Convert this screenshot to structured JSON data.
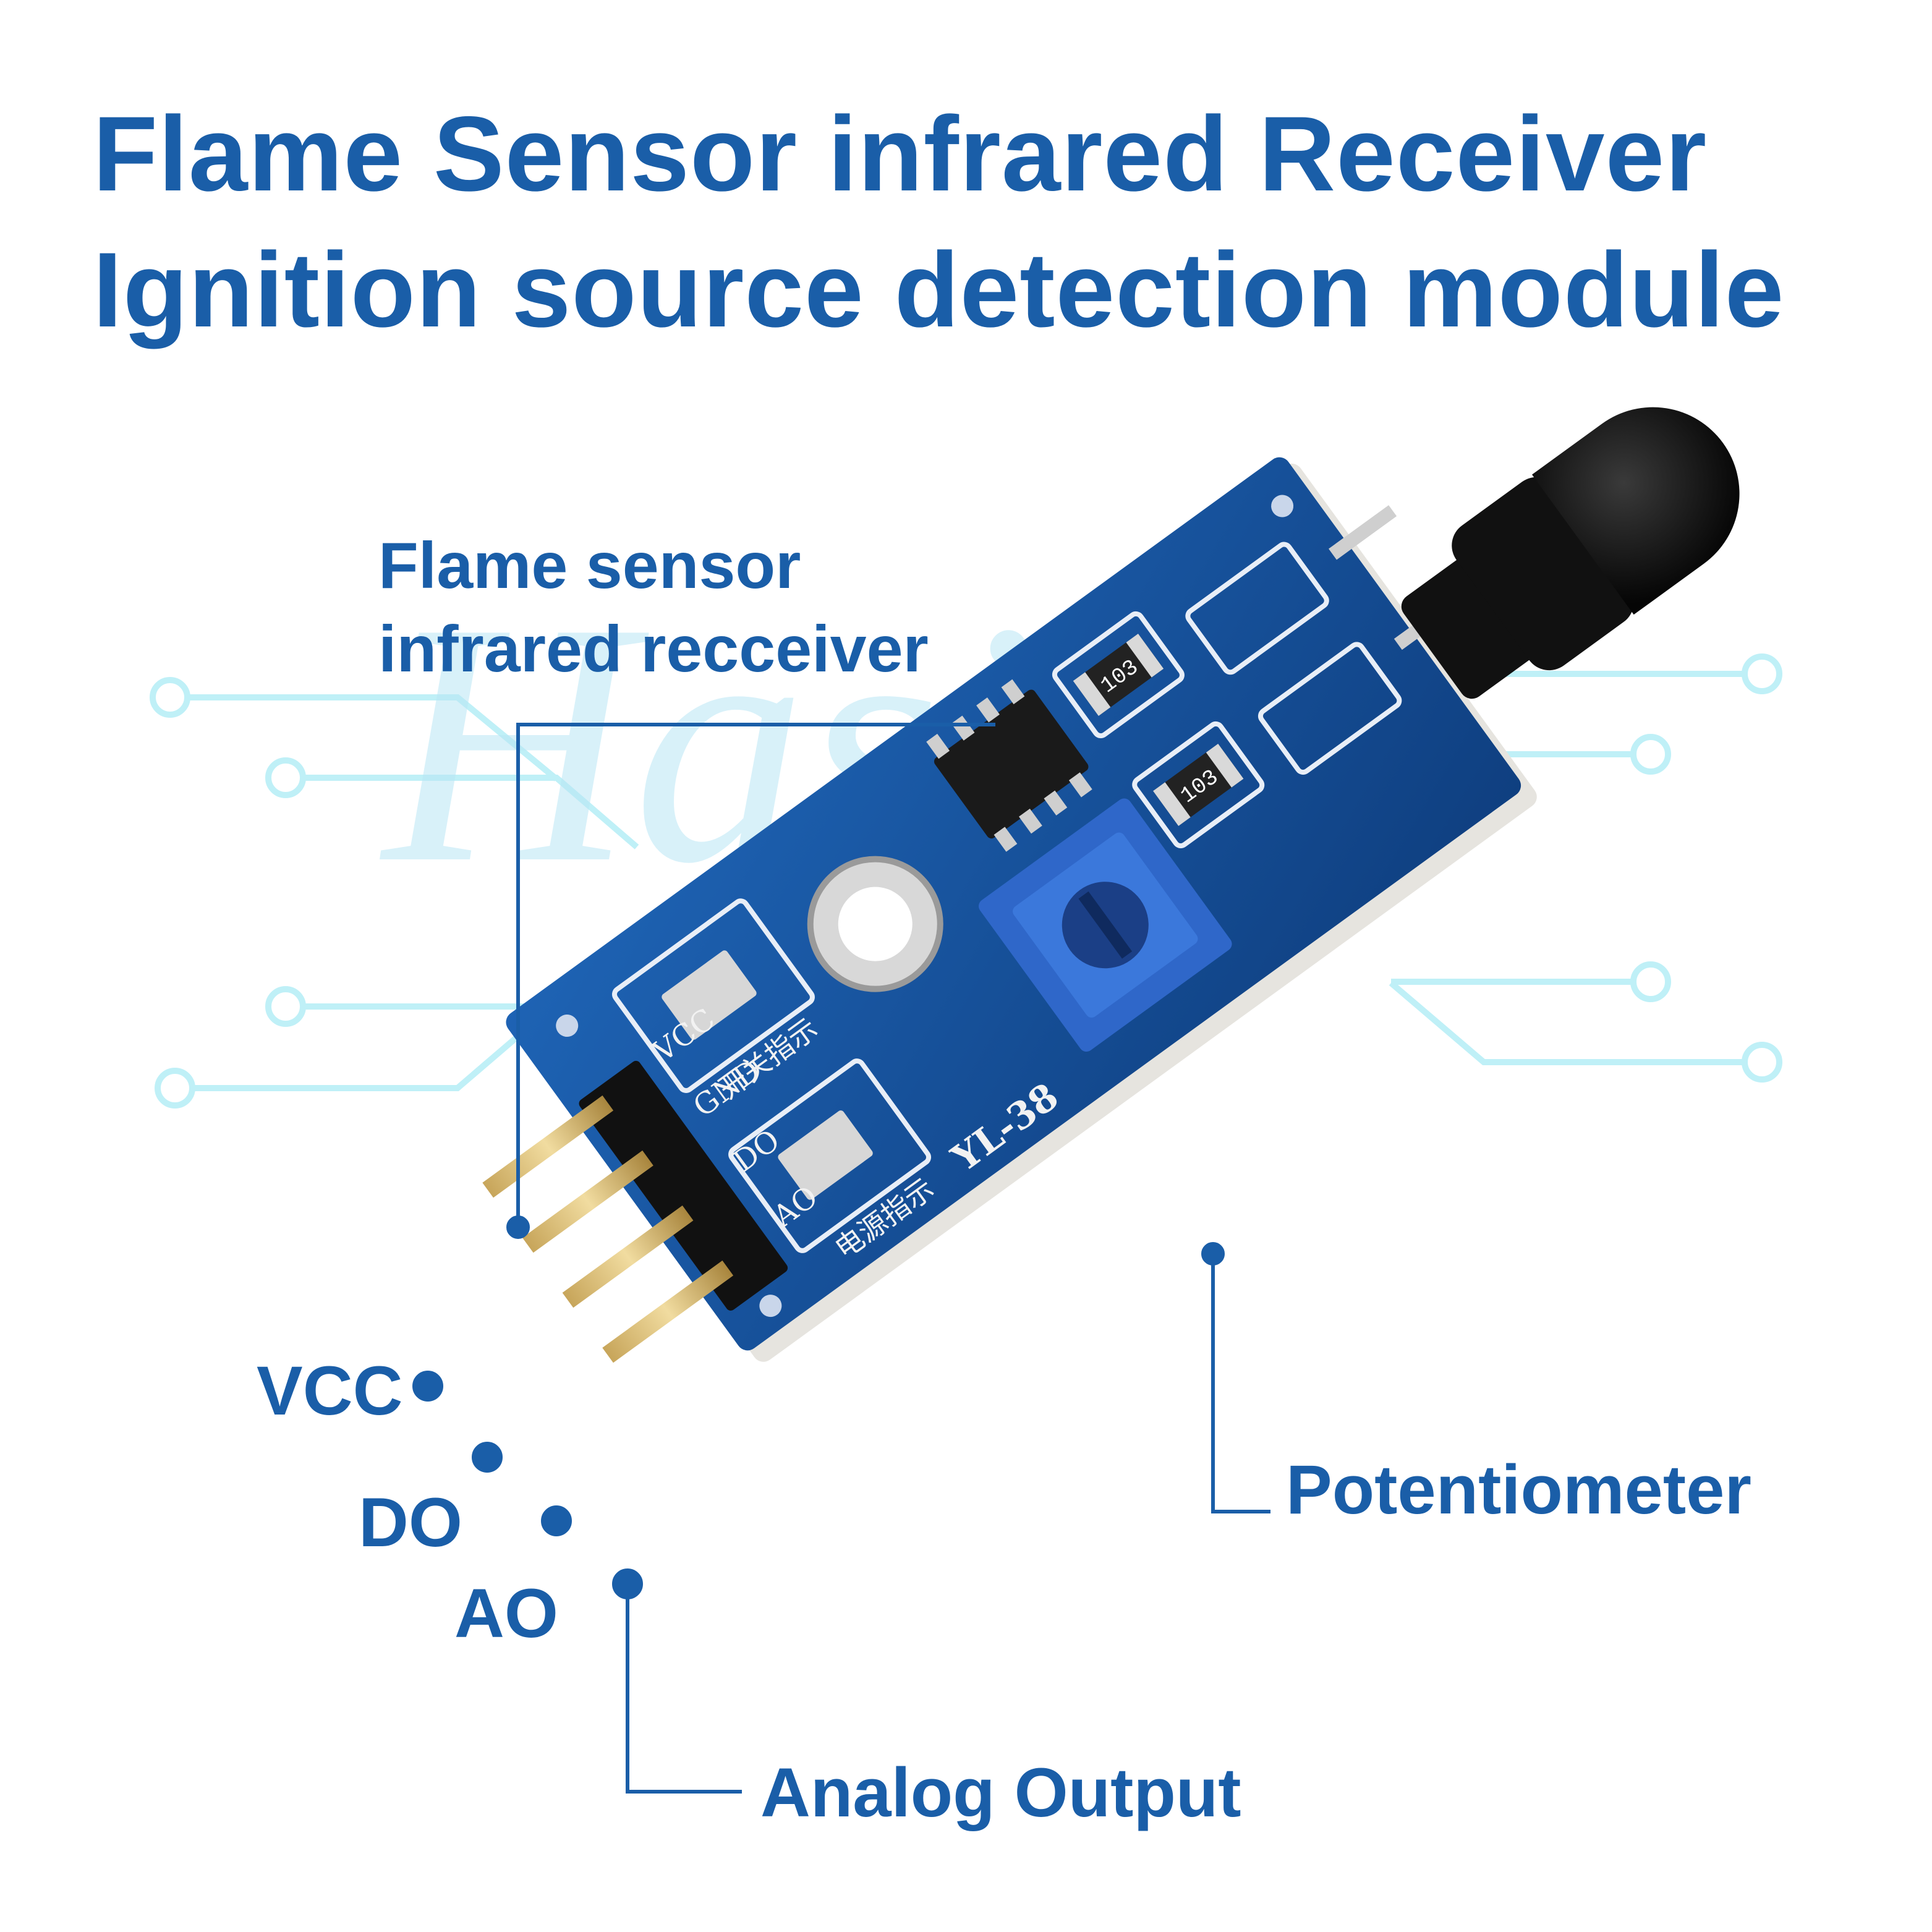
{
  "title": {
    "line1": "Flame Sensor infrared Receiver",
    "line2": "Ignition source detection module"
  },
  "callouts": {
    "flame_sensor_line1": "Flame sensor",
    "flame_sensor_line2": "infrared recceiver",
    "potentiometer": "Potentiometer",
    "analog_output": "Analog Output"
  },
  "pins": {
    "vcc": "VCC",
    "do": "DO",
    "ao": "AO"
  },
  "board_silkscreen": {
    "pin_vcc": "VCC",
    "pin_gnd": "GND",
    "pin_do": "DO",
    "pin_ao": "AO",
    "model": "YL-38",
    "resistor_code": "103",
    "switch_led_cn": "开关指示",
    "power_led_cn": "电源指示"
  },
  "watermark": "Hasi",
  "colors": {
    "label_blue": "#1a5ea8",
    "pcb_blue": "#14498f",
    "circuit_cyan": "#bff0f7"
  }
}
